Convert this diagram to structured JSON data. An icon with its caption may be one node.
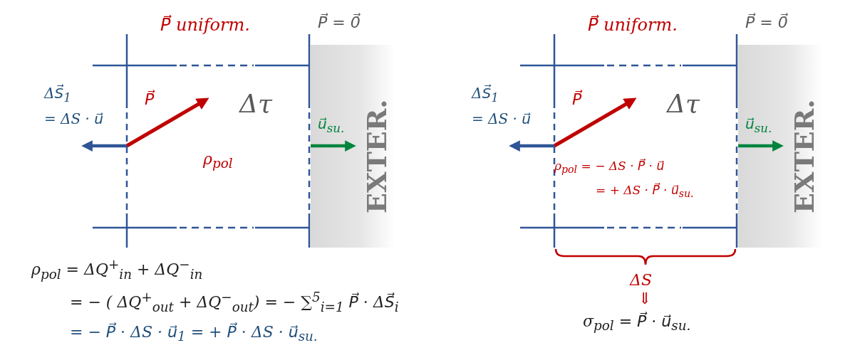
{
  "diagram": {
    "labels": [
      "P⃗ uniform.",
      "P⃗ = 0⃗",
      "ΔS⃗$_{1}$",
      "= ΔS · u⃗",
      "P⃗",
      "Δτ",
      "u⃗$_{su.}$",
      "EXTER.",
      "ρ$_{pol}$",
      "ρ$_{pol}$ = ΔQ$^{+}$$_{in}$ + ΔQ$^{−}$$_{in}$",
      "= − ( ΔQ$^{+}$$_{out}$ + ΔQ$^{−}$$_{out}$) = − ∑$^{5}$$_{i=1}$ P⃗ · ΔS⃗$_{i}$",
      "= − P⃗ · ΔS · u⃗$_{1}$ = + P⃗ · ΔS · u⃗$_{su.}$",
      "P⃗ uniform.",
      "P⃗ = 0⃗",
      "ΔS⃗$_{1}$",
      "= ΔS · u⃗",
      "P⃗",
      "Δτ",
      "u⃗$_{su.}$",
      "EXTER.",
      "ρ$_{pol}$ = − ΔS · P⃗ · u⃗",
      "= + ΔS · P⃗ · u⃗$_{su.}$",
      "ΔS",
      "⇓",
      "σ$_{pol}$ = P⃗ · u⃗$_{su.}$"
    ]
  }
}
